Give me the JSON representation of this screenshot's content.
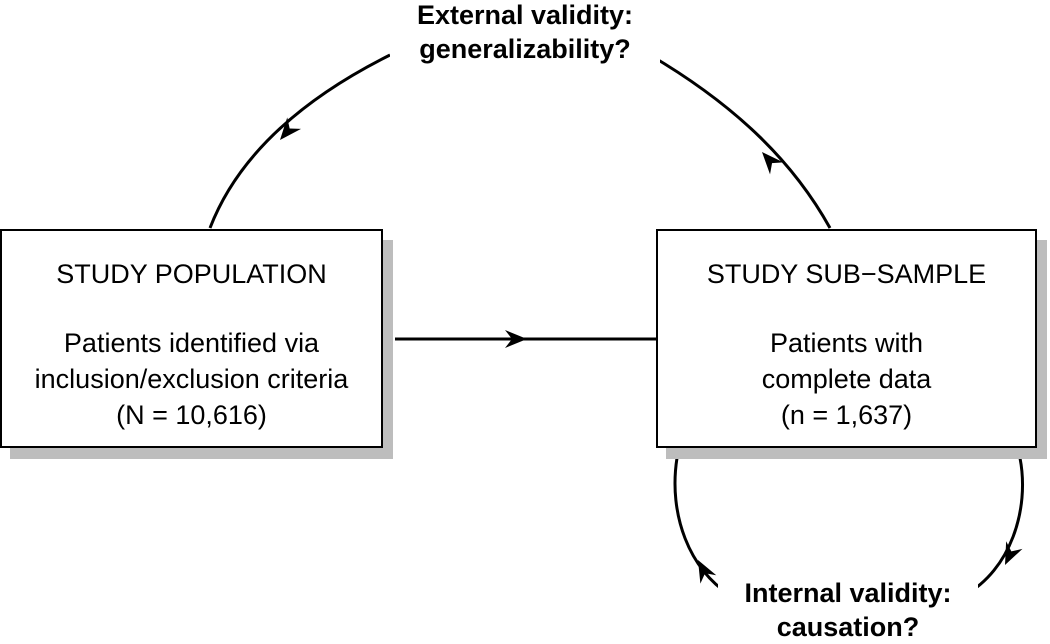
{
  "boxes": {
    "population": {
      "title": "STUDY POPULATION",
      "lines": [
        "Patients identified via",
        "inclusion/exclusion criteria",
        "(N = 10,616)"
      ]
    },
    "subsample": {
      "title": "STUDY SUB−SAMPLE",
      "lines": [
        "Patients with",
        "complete data",
        "(n = 1,637)"
      ]
    }
  },
  "labels": {
    "external": [
      "External validity:",
      "generalizability?"
    ],
    "internal": [
      "Internal validity:",
      "causation?"
    ]
  },
  "colors": {
    "line": "#000000",
    "box_fill": "#ffffff",
    "box_shadow": "#bdbdbd"
  }
}
